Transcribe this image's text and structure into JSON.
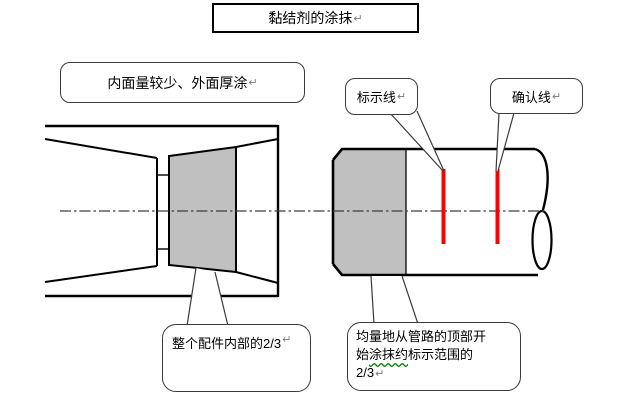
{
  "title_box": {
    "label": "黏结剂的涂抹",
    "return_mark": "↵"
  },
  "note_box": {
    "label": "内面量较少、外面厚涂",
    "return_mark": "↵"
  },
  "callout_marking_line": {
    "label": "标示线",
    "return_mark": "↵"
  },
  "callout_confirm_line": {
    "label": "确认线",
    "return_mark": "↵"
  },
  "callout_fitting": {
    "label": "整个配件内部的2/3",
    "return_mark": "↵"
  },
  "callout_pipe": {
    "line1": "均量地从管路的顶部开",
    "line2_before": "始",
    "line2_misspelled": "涂抹约",
    "line2_after": "标示范围的",
    "line3": "2/3",
    "return_mark": "↵"
  },
  "diagram": {
    "adhesive_fill_color": "#c0c0c0",
    "marking_line_color": "#ff0000",
    "spellcheck_color": "#008000",
    "outline_color": "#000000"
  }
}
